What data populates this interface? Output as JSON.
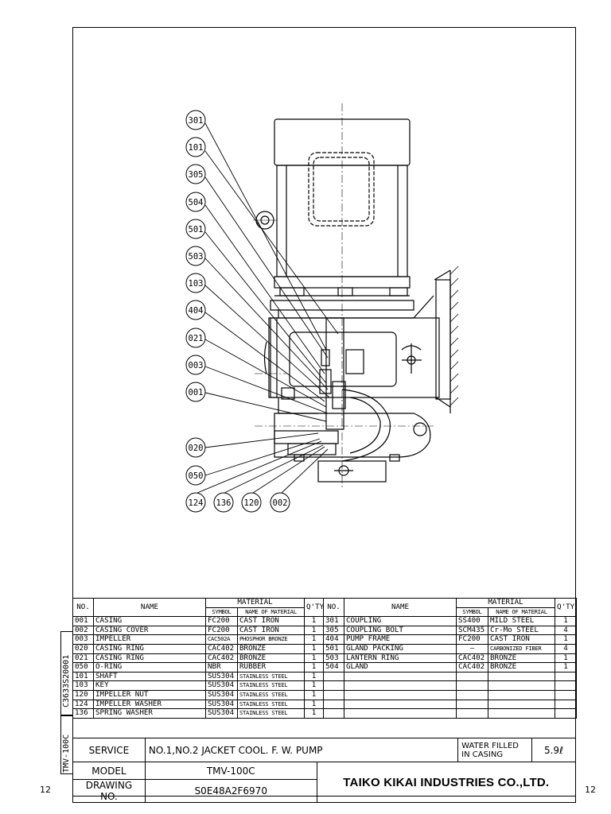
{
  "callouts": {
    "left": [
      "301",
      "101",
      "305",
      "504",
      "501",
      "503",
      "103",
      "404",
      "021",
      "003",
      "001",
      "020",
      "050"
    ],
    "bottom": [
      "124",
      "136",
      "120",
      "002"
    ]
  },
  "table": {
    "header": {
      "no": "NO.",
      "name": "NAME",
      "material": "MATERIAL",
      "symbol": "SYMBOL",
      "name_of_material": "NAME OF MATERIAL",
      "qty": "Q'TY"
    },
    "rows_left": [
      {
        "no": "001",
        "name": "CASING",
        "symbol": "FC200",
        "material": "CAST IRON",
        "qty": "1"
      },
      {
        "no": "002",
        "name": "CASING COVER",
        "symbol": "FC200",
        "material": "CAST IRON",
        "qty": "1"
      },
      {
        "no": "003",
        "name": "IMPELLER",
        "symbol": "CAC502A",
        "material": "PHOSPHOR BRONZE",
        "qty": "1"
      },
      {
        "no": "020",
        "name": "CASING RING",
        "symbol": "CAC402",
        "material": "BRONZE",
        "qty": "1"
      },
      {
        "no": "021",
        "name": "CASING RING",
        "symbol": "CAC402",
        "material": "BRONZE",
        "qty": "1"
      },
      {
        "no": "050",
        "name": "O-RING",
        "symbol": "NBR",
        "material": "RUBBER",
        "qty": "1"
      },
      {
        "no": "101",
        "name": "SHAFT",
        "symbol": "SUS304",
        "material": "STAINLESS STEEL",
        "qty": "1"
      },
      {
        "no": "103",
        "name": "KEY",
        "symbol": "SUS304",
        "material": "STAINLESS STEEL",
        "qty": "1"
      },
      {
        "no": "120",
        "name": "IMPELLER NUT",
        "symbol": "SUS304",
        "material": "STAINLESS STEEL",
        "qty": "1"
      },
      {
        "no": "124",
        "name": "IMPELLER WASHER",
        "symbol": "SUS304",
        "material": "STAINLESS STEEL",
        "qty": "1"
      },
      {
        "no": "136",
        "name": "SPRING WASHER",
        "symbol": "SUS304",
        "material": "STAINLESS STEEL",
        "qty": "1"
      }
    ],
    "rows_right": [
      {
        "no": "301",
        "name": "COUPLING",
        "symbol": "SS400",
        "material": "MILD STEEL",
        "qty": "1"
      },
      {
        "no": "305",
        "name": "COUPLING BOLT",
        "symbol": "SCM435",
        "material": "Cr-Mo STEEL",
        "qty": "4"
      },
      {
        "no": "404",
        "name": "PUMP FRAME",
        "symbol": "FC200",
        "material": "CAST IRON",
        "qty": "1"
      },
      {
        "no": "501",
        "name": "GLAND PACKING",
        "symbol": "–",
        "material": "CARBONIZED FIBER",
        "qty": "4"
      },
      {
        "no": "503",
        "name": "LANTERN RING",
        "symbol": "CAC402",
        "material": "BRONZE",
        "qty": "1"
      },
      {
        "no": "504",
        "name": "GLAND",
        "symbol": "CAC402",
        "material": "BRONZE",
        "qty": "1"
      },
      {
        "no": "",
        "name": "",
        "symbol": "",
        "material": "",
        "qty": ""
      },
      {
        "no": "",
        "name": "",
        "symbol": "",
        "material": "",
        "qty": ""
      },
      {
        "no": "",
        "name": "",
        "symbol": "",
        "material": "",
        "qty": ""
      },
      {
        "no": "",
        "name": "",
        "symbol": "",
        "material": "",
        "qty": ""
      },
      {
        "no": "",
        "name": "",
        "symbol": "",
        "material": "",
        "qty": ""
      }
    ]
  },
  "title_block": {
    "service_label": "SERVICE",
    "service_value": "NO.1,NO.2  JACKET COOL. F. W. PUMP",
    "water_label_1": "WATER FILLED",
    "water_label_2": "IN CASING",
    "water_value": "5.9ℓ",
    "model_label": "MODEL",
    "model_value": "TMV-100C",
    "drawing_label": "DRAWING NO.",
    "drawing_value": "S0E48A2F6970",
    "company": "TAIKO KIKAI  INDUSTRIES CO.,LTD."
  },
  "side": {
    "code_top": "C3633S20001",
    "code_bottom": "TMV-100C"
  },
  "page_numbers": {
    "left": "12",
    "right": "12"
  }
}
